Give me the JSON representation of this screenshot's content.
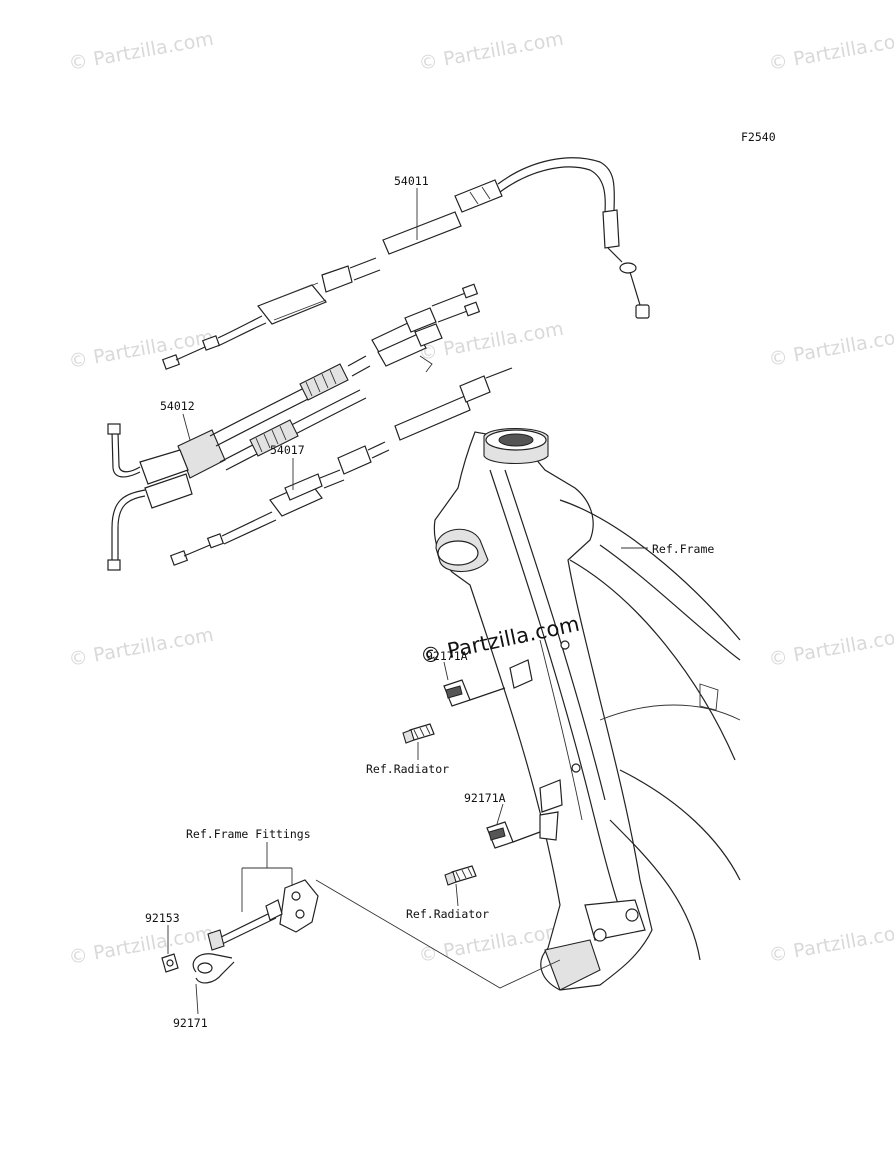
{
  "figure_code": "F2540",
  "watermark_text": "© Partzilla.com",
  "parts": [
    {
      "id": "cable-54011",
      "label": "54011"
    },
    {
      "id": "cable-54012",
      "label": "54012"
    },
    {
      "id": "cable-54017",
      "label": "54017"
    },
    {
      "id": "clamp-upper",
      "label": "92171A"
    },
    {
      "id": "clamp-lower",
      "label": "92171A"
    },
    {
      "id": "bolt-92153",
      "label": "92153"
    },
    {
      "id": "clamp-92171",
      "label": "92171"
    }
  ],
  "references": {
    "frame": "Ref.Frame",
    "radiator_upper": "Ref.Radiator",
    "radiator_lower": "Ref.Radiator",
    "frame_fittings": "Ref.Frame Fittings"
  }
}
